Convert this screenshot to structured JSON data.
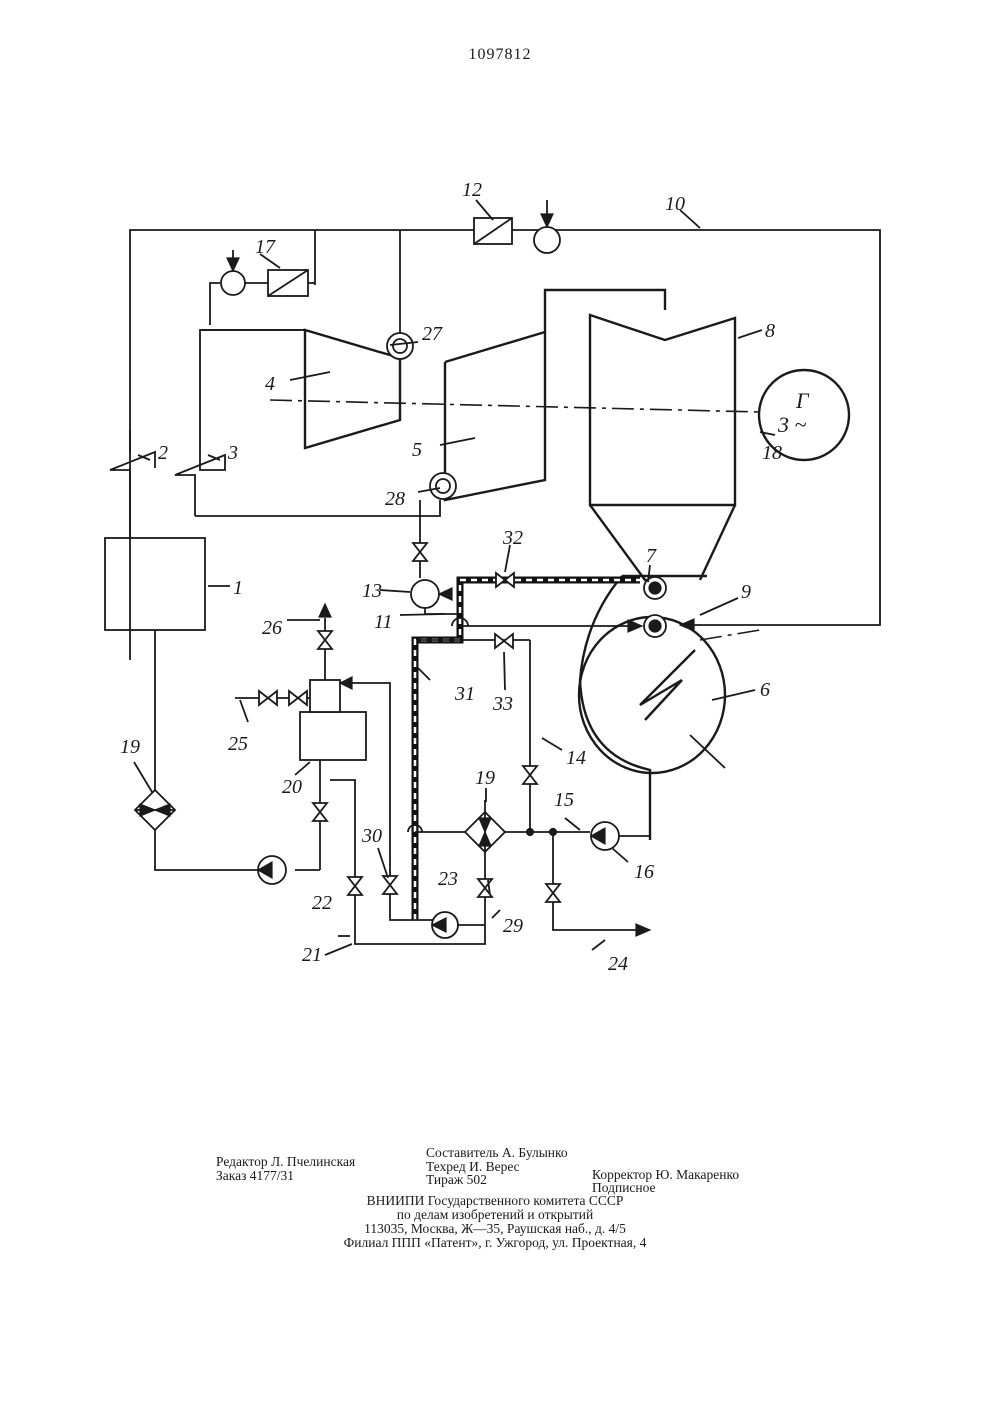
{
  "header": {
    "patent_number": "1097812"
  },
  "diagram": {
    "labels": {
      "l1": "1",
      "l2": "2",
      "l3": "3",
      "l4": "4",
      "l5": "5",
      "l6": "6",
      "l7": "7",
      "l8": "8",
      "l9": "9",
      "l10": "10",
      "l11": "11",
      "l12": "12",
      "l13": "13",
      "l14": "14",
      "l15": "15",
      "l16": "16",
      "l17": "17",
      "l18": "18",
      "l19a": "19",
      "l19b": "19",
      "l20": "20",
      "l21": "21",
      "l22": "22",
      "l23": "23",
      "l24": "24",
      "l25": "25",
      "l26": "26",
      "l27": "27",
      "l28": "28",
      "l29": "29",
      "l30": "30",
      "l31": "31",
      "l32": "32",
      "l33": "33"
    },
    "generator": {
      "line1": "Г",
      "line2": "3 ~"
    }
  },
  "footer": {
    "editor": "Редактор Л. Пчелинская",
    "order": "Заказ 4177/31",
    "compiler": "Составитель А. Булынко",
    "techred": "Техред И. Верес",
    "run": "Тираж 502",
    "corrector": "Корректор Ю. Макаренко",
    "subscription": "Подписное",
    "org_line1": "ВНИИПИ Государственного комитета СССР",
    "org_line2": "по делам изобретений и открытий",
    "org_line3": "113035, Москва, Ж—35, Раушская наб., д. 4/5",
    "branch": "Филиал ППП «Патент», г. Ужгород, ул. Проектная, 4"
  }
}
